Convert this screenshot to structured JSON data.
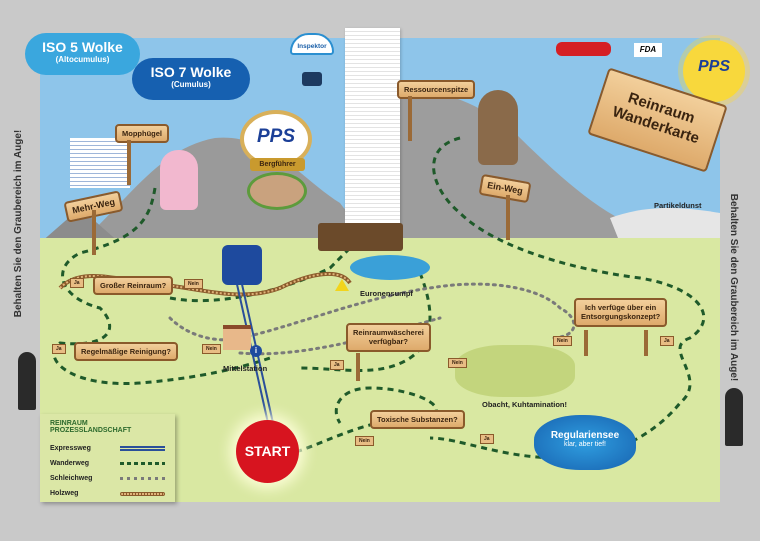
{
  "clouds": [
    {
      "title": "ISO 5 Wolke",
      "sub": "(Altocumulus)"
    },
    {
      "title": "ISO 7 Wolke",
      "sub": "(Cumulus)"
    }
  ],
  "balloon": "Inspektor",
  "badge": {
    "logo": "PPS",
    "ribbon": "Bergführer"
  },
  "sun_logo": "PPS",
  "plane_flag": "FDA",
  "title_sign": [
    "Reinraum",
    "Wanderkarte"
  ],
  "signs": {
    "mopphuegel": "Mopphügel",
    "mehrweg": "Mehr-Weg",
    "ressourcenspitze": "Ressourcenspitze",
    "einweg": "Ein-Weg",
    "grosser_reinraum": "Großer Reinraum?",
    "regelmaessige_reinigung": "Regelmäßige Reinigung?",
    "waescherei": [
      "Reinraumwäscherei",
      "verfügbar?"
    ],
    "toxisch": "Toxische Substanzen?",
    "entsorgung": [
      "Ich verfüge über ein",
      "Entsorgungskonzept?"
    ]
  },
  "answers": {
    "yes": "Ja",
    "no": "Nein"
  },
  "places": {
    "partikeldunst": "Partikeldunst",
    "euronensumpf": "Euronensumpf",
    "mittelstation": "Mittelstation",
    "kuhtamination": "Obacht, Kuhtamination!",
    "regulariensee": "Regulariensee",
    "regulariensee_sub": "klar, aber tief!",
    "start": "START"
  },
  "side_text": "Behalten Sie den Graubereich im Auge!",
  "legend": {
    "title": "REINRAUM PROZESSLANDSCHAFT",
    "items": [
      {
        "label": "Expressweg"
      },
      {
        "label": "Wanderweg"
      },
      {
        "label": "Schleichweg"
      },
      {
        "label": "Holzweg"
      }
    ]
  },
  "colors": {
    "sky": "#8ec5ea",
    "grass": "#d9e8a2",
    "start": "#d7141f",
    "path": "#1f5a2a"
  }
}
